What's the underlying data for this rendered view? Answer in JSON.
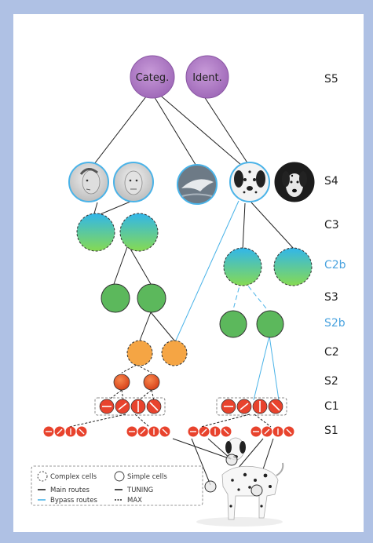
{
  "levels": {
    "s5": "S5",
    "s4": "S4",
    "c3": "C3",
    "c2b": "C2b",
    "s3": "S3",
    "s2b": "S2b",
    "c2": "C2",
    "s2": "S2",
    "c1": "C1",
    "s1": "S1"
  },
  "top_nodes": {
    "categ": "Categ.",
    "ident": "Ident."
  },
  "legend": {
    "complex_cells": "Complex cells",
    "simple_cells": "Simple cells",
    "main_routes": "Main routes",
    "tuning": "TUNING",
    "bypass_routes": "Bypass routes",
    "max": "MAX"
  },
  "colors": {
    "frame": "#afc1e4",
    "s5_node": "#b07bc6",
    "face_border": "#4ab3e8",
    "c3_gradient_top": "#35b7e6",
    "c3_gradient_bottom": "#7ed857",
    "s3_node": "#5cb85c",
    "c2_node": "#f5a544",
    "s2_node": "#e8512a",
    "s1_c1_node": "#e8432d",
    "bypass_line": "#4ab3e8"
  },
  "icons": [
    "face-left-image",
    "face-front-image",
    "dolphin-image",
    "dalmatian-face-image",
    "dalmatian-face-dark-image",
    "dalmatian-photo"
  ]
}
